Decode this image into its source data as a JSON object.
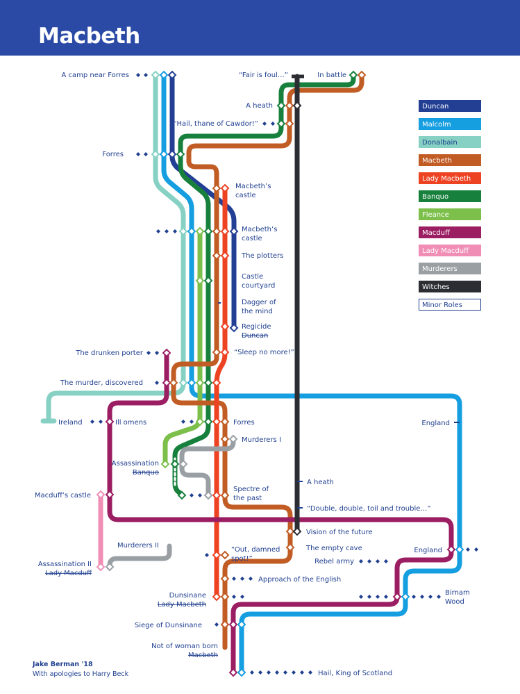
{
  "title": "Macbeth",
  "credit": {
    "author": "Jake Berman '18",
    "note": "With apologies to Harry Beck"
  },
  "colors": {
    "header": "#2a4aa6",
    "duncan": "#233f94",
    "malcolm": "#159ee0",
    "donalbain": "#86d1c3",
    "macbeth": "#c15c24",
    "lady_macbeth": "#ee4323",
    "banquo": "#17803c",
    "fleance": "#7cc04b",
    "macduff": "#9b1d62",
    "lady_macduff": "#f08eb6",
    "murderers": "#9a9fa4",
    "witches": "#2c2d33",
    "minor": "#1f3f8f"
  },
  "legend": [
    {
      "label": "Duncan",
      "color": "#233f94"
    },
    {
      "label": "Malcolm",
      "color": "#159ee0"
    },
    {
      "label": "Donalbain",
      "color": "#86d1c3"
    },
    {
      "label": "Macbeth",
      "color": "#c15c24"
    },
    {
      "label": "Lady Macbeth",
      "color": "#ee4323"
    },
    {
      "label": "Banquo",
      "color": "#17803c"
    },
    {
      "label": "Fleance",
      "color": "#7cc04b"
    },
    {
      "label": "Macduff",
      "color": "#9b1d62"
    },
    {
      "label": "Lady Macduff",
      "color": "#f08eb6"
    },
    {
      "label": "Murderers",
      "color": "#9a9fa4"
    },
    {
      "label": "Witches",
      "color": "#2c2d33"
    },
    {
      "label": "Minor Roles",
      "color": "#ffffff"
    }
  ],
  "stations": {
    "camp": "A camp near Forres",
    "fair_is_foul": "“Fair is foul…”",
    "in_battle": "In battle",
    "heath1": "A heath",
    "hail_cawdor": "“Hail, thane of Cawdor!”",
    "forres1": "Forres",
    "castle1": [
      "Macbeth’s",
      "castle"
    ],
    "castle2": [
      "Macbeth’s",
      "castle"
    ],
    "plotters": "The plotters",
    "courtyard": [
      "Castle",
      "courtyard"
    ],
    "dagger": [
      "Dagger of",
      "the mind"
    ],
    "regicide": "Regicide",
    "regicide_death": "Duncan",
    "sleep_no_more": "“Sleep no more!”",
    "drunken_porter": "The drunken porter",
    "murder_discovered": "The murder, discovered",
    "ireland": "Ireland",
    "ill_omens": "Ill omens",
    "forres2": "Forres",
    "england1": "England",
    "murderers1": "Murderers I",
    "assassination": "Assassination",
    "assassination_death": "Banquo",
    "heath2": "A heath",
    "macduffs_castle": "Macduff’s castle",
    "spectre": [
      "Spectre of",
      "the past"
    ],
    "double_double": "“Double, double, toil and trouble…”",
    "vision": "Vision of the future",
    "murderers2": "Murderers II",
    "empty_cave": "The empty cave",
    "england2": "England",
    "assassination2": "Assassination II",
    "assassination2_death": "Lady Macduff",
    "out_damned": [
      "“Out, damned",
      "spot!”"
    ],
    "rebel_army": "Rebel army",
    "approach": "Approach of the English",
    "dunsinane": "Dunsinane",
    "dunsinane_death": "Lady Macbeth",
    "birnam": [
      "Birnam",
      "Wood"
    ],
    "siege": "Siege of Dunsinane",
    "not_of_woman": "Not of woman born",
    "not_of_woman_death": "Macbeth",
    "hail_king": "Hail, King of Scotland"
  }
}
